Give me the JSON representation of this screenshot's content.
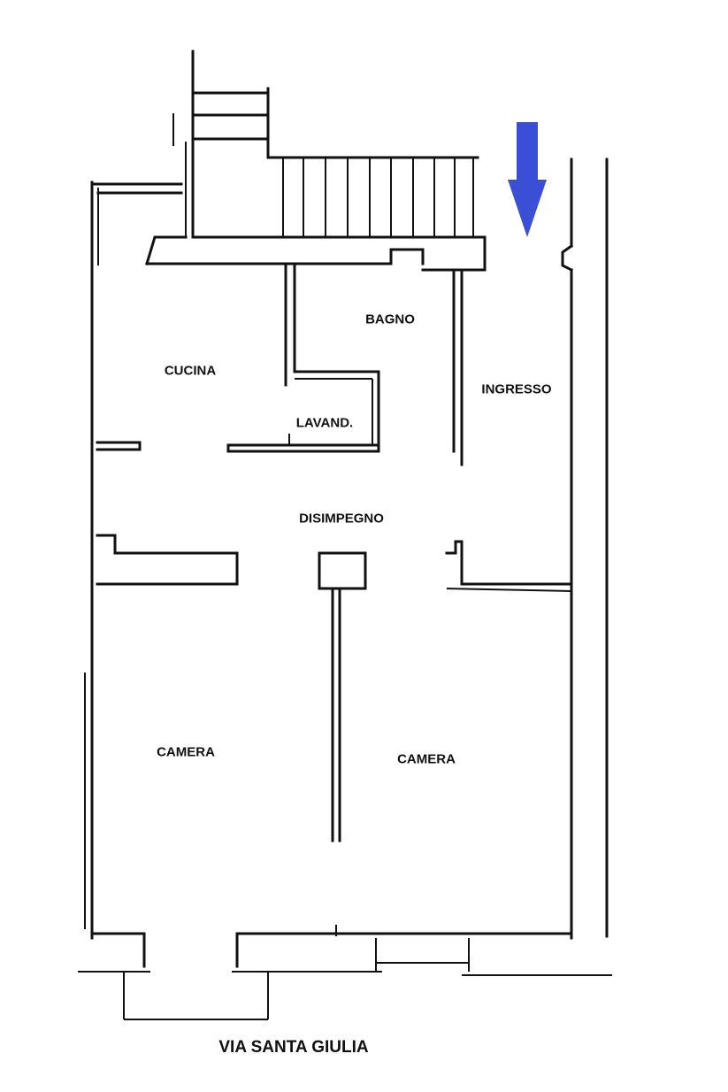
{
  "plan": {
    "rooms": [
      {
        "id": "bagno",
        "label": "BAGNO"
      },
      {
        "id": "cucina",
        "label": "CUCINA"
      },
      {
        "id": "ingresso",
        "label": "INGRESSO"
      },
      {
        "id": "lavanderia",
        "label": "LAVAND."
      },
      {
        "id": "disimpegno",
        "label": "DISIMPEGNO"
      },
      {
        "id": "camera-left",
        "label": "CAMERA"
      },
      {
        "id": "camera-right",
        "label": "CAMERA"
      }
    ],
    "street": "VIA SANTA GIULIA",
    "entrance_arrow_color": "#3b4fd6",
    "wall_color": "#111111",
    "arrow_icon": "arrow-down-icon"
  }
}
